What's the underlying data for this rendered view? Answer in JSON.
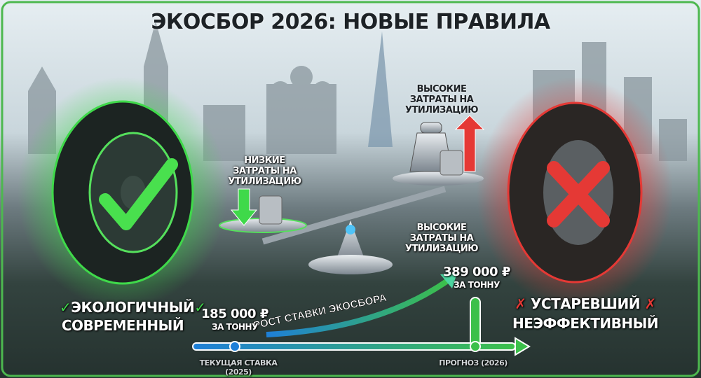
{
  "title": "ЭКОСБОР 2026: НОВЫЕ ПРАВИЛА",
  "left_tire": {
    "line1": "ЭКОЛОГИЧНЫЙ",
    "line2": "СОВРЕМЕННЫЙ",
    "icon": "check-icon",
    "color": "#3fd94a"
  },
  "right_tire": {
    "line1": "УСТАРЕВШИЙ",
    "line2": "НЕЭФФЕКТИВНЫЙ",
    "icon": "cross-icon",
    "color": "#e53935"
  },
  "scale": {
    "low_cost": "НИЗКИЕ ЗАТРАТЫ НА УТИЛИЗАЦИЮ",
    "high_cost_top": "ВЫСОКИЕ ЗАТРАТЫ НА УТИЛИЗАЦИЮ",
    "high_cost_bottom": "ВЫСОКИЕ ЗАТРАТЫ НА УТИЛИЗАЦИЮ"
  },
  "timeline": {
    "growth_label": "РОСТ СТАВКИ ЭКОСБОРА",
    "current_value": "185 000 ₽",
    "current_unit": "ЗА ТОННУ",
    "current_label": "ТЕКУЩАЯ СТАВКА (2025)",
    "forecast_value": "389 000 ₽",
    "forecast_unit": "ЗА ТОННУ",
    "forecast_label": "ПРОГНОЗ (2026)"
  }
}
